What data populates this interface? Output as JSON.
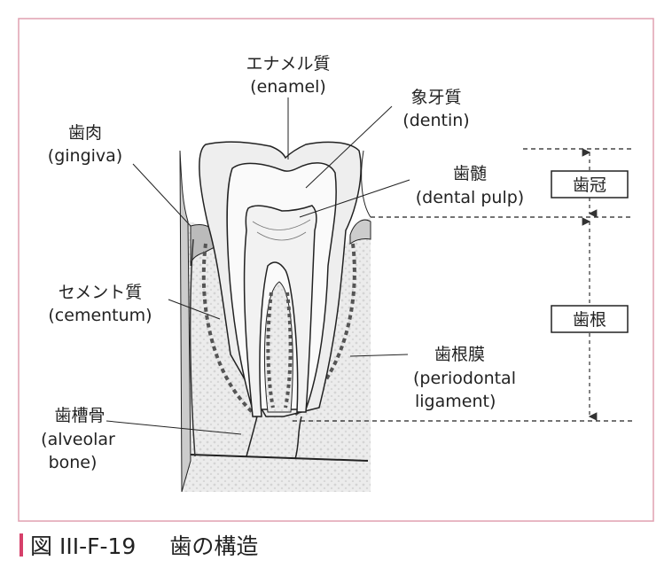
{
  "figure": {
    "caption_label": "図 III-F-19",
    "caption_title": "歯の構造",
    "accent_color": "#d6406a",
    "frame_color": "#e0a0b0"
  },
  "labels": {
    "enamel": {
      "ja": "エナメル質",
      "en": "(enamel)"
    },
    "dentin": {
      "ja": "象牙質",
      "en": "(dentin)"
    },
    "gingiva": {
      "ja": "歯肉",
      "en": "(gingiva)"
    },
    "pulp": {
      "ja": "歯髄",
      "en": "(dental pulp)"
    },
    "cementum": {
      "ja": "セメント質",
      "en": "(cementum)"
    },
    "ligament": {
      "ja": "歯根膜",
      "en1": "(periodontal",
      "en2": "ligament)"
    },
    "bone": {
      "ja": "歯槽骨",
      "en1": "(alveolar",
      "en2": "bone)"
    },
    "crown": "歯冠",
    "root": "歯根"
  }
}
